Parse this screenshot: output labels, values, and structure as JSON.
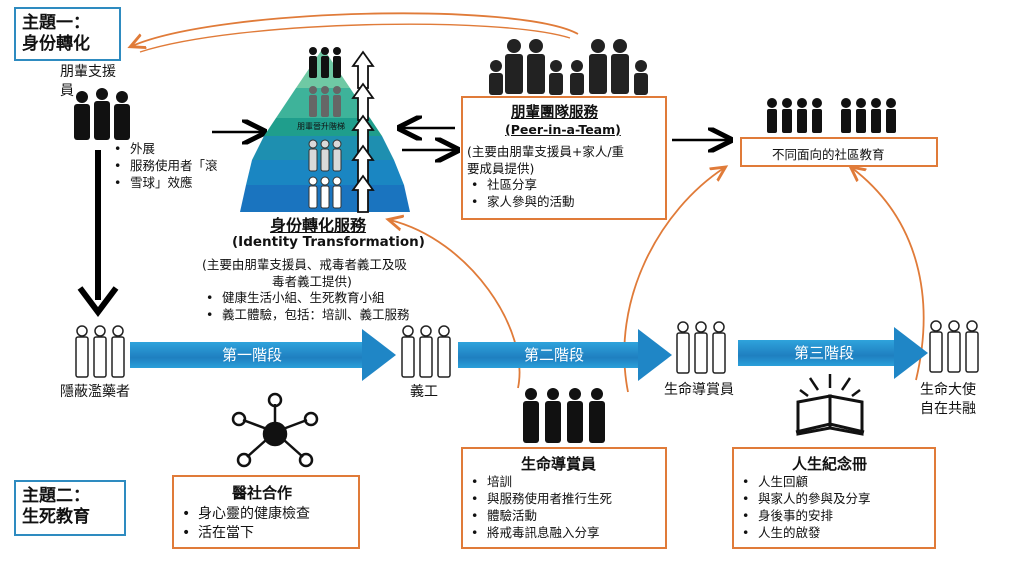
{
  "theme1": {
    "line1": "主題一：",
    "line2": "身份轉化"
  },
  "theme2": {
    "line1": "主題二：",
    "line2": "生死教育"
  },
  "peer_supporter_label": {
    "line1": "朋輩支援",
    "line2": "員"
  },
  "outreach_bullets": [
    "外展",
    "服務使用者「滾",
    "雪球」效應"
  ],
  "pyramid_label": "朋輩晉升階梯",
  "identity": {
    "title": "身份轉化服務",
    "subtitle": "(Identity Transformation)",
    "provided_line1": "(主要由朋輩支援員、戒毒者義工及吸",
    "provided_line2": "毒者義工提供)",
    "bullets": [
      "健康生活小組、生死教育小組",
      "義工體驗，包括：培訓、義工服務"
    ]
  },
  "peer_team": {
    "title": "朋輩團隊服務",
    "subtitle": "(Peer-in-a-Team)",
    "provided_line1": "(主要由朋輩支援員+家人/重",
    "provided_line2": "要成員提供)",
    "bullets": [
      "社區分享",
      "家人參與的活動"
    ]
  },
  "community_edu": "不同面向的社區教育",
  "stages": [
    "第一階段",
    "第二階段",
    "第三階段"
  ],
  "people_labels": {
    "hidden": "隱蔽濫藥者",
    "volunteer": "義工",
    "life_mentor": "生命導賞員",
    "ambassador_line1": "生命大使",
    "ambassador_line2": "自在共融"
  },
  "medsoc": {
    "title": "醫社合作",
    "bullets": [
      "身心靈的健康檢查",
      "活在當下"
    ]
  },
  "life_mentor_box": {
    "title": "生命導賞員",
    "bullets": [
      "培訓",
      "與服務使用者推行生死",
      "體驗活動",
      "將戒毒訊息融入分享"
    ]
  },
  "life_book": {
    "title": "人生紀念冊",
    "bullets": [
      "人生回顧",
      "與家人的參與及分享",
      "身後事的安排",
      "人生的啟發"
    ]
  },
  "colors": {
    "blue_border": "#2e8bc0",
    "orange": "#e07b39",
    "stage_blue": "#1f86c6"
  }
}
